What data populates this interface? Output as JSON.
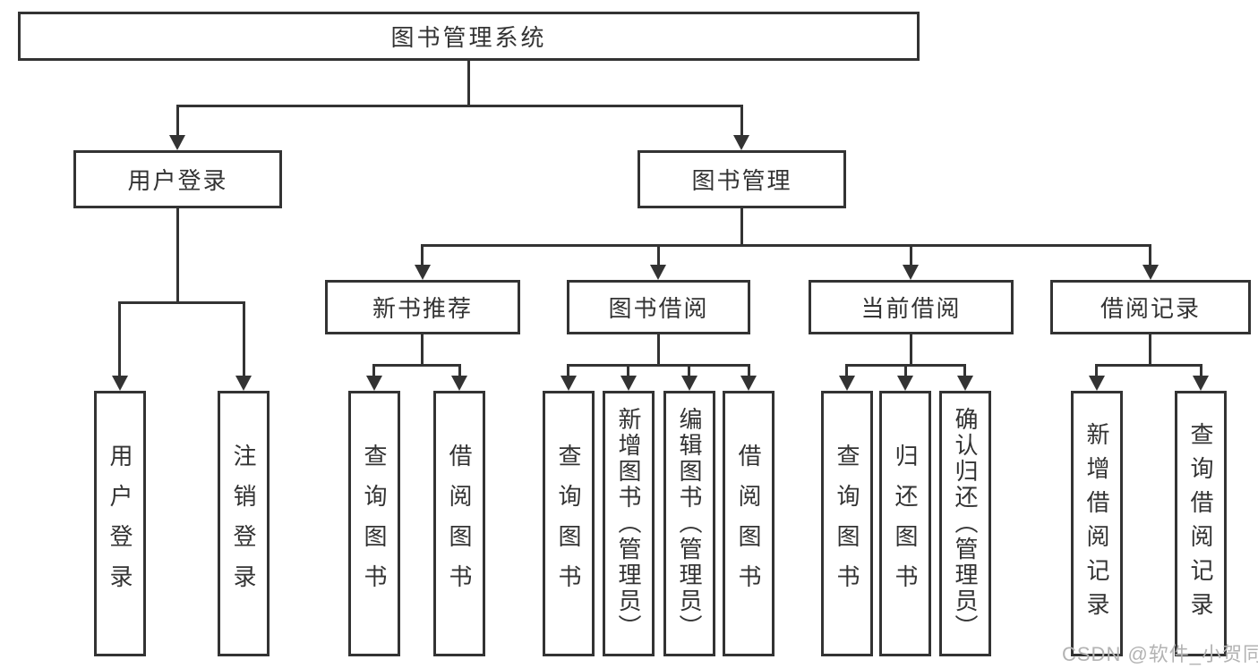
{
  "nodes": {
    "root": {
      "label": "图书管理系统"
    },
    "user_login": {
      "label": "用户登录"
    },
    "book_mgmt": {
      "label": "图书管理"
    },
    "new_books": {
      "label": "新书推荐"
    },
    "book_borrow": {
      "label": "图书借阅"
    },
    "cur_borrow": {
      "label": "当前借阅"
    },
    "borrow_rec": {
      "label": "借阅记录"
    },
    "ul_login": {
      "label": "用户登录"
    },
    "ul_logout": {
      "label": "注销登录"
    },
    "nb_query": {
      "label": "查询图书"
    },
    "nb_borrow": {
      "label": "借阅图书"
    },
    "bb_query": {
      "label": "查询图书"
    },
    "bb_add": {
      "label": "新增图书（管理员）"
    },
    "bb_edit": {
      "label": "编辑图书（管理员）"
    },
    "bb_borrow": {
      "label": "借阅图书"
    },
    "cb_query": {
      "label": "查询图书"
    },
    "cb_return": {
      "label": "归还图书"
    },
    "cb_confirm": {
      "label": "确认归还（管理员）"
    },
    "br_add": {
      "label": "新增借阅记录"
    },
    "br_query": {
      "label": "查询借阅记录"
    }
  },
  "watermark": {
    "text": "CSDN @软件_小贺同学"
  },
  "colors": {
    "line": "#333333",
    "text": "#333333",
    "background": "#ffffff",
    "watermark": "#b3b3b3"
  }
}
